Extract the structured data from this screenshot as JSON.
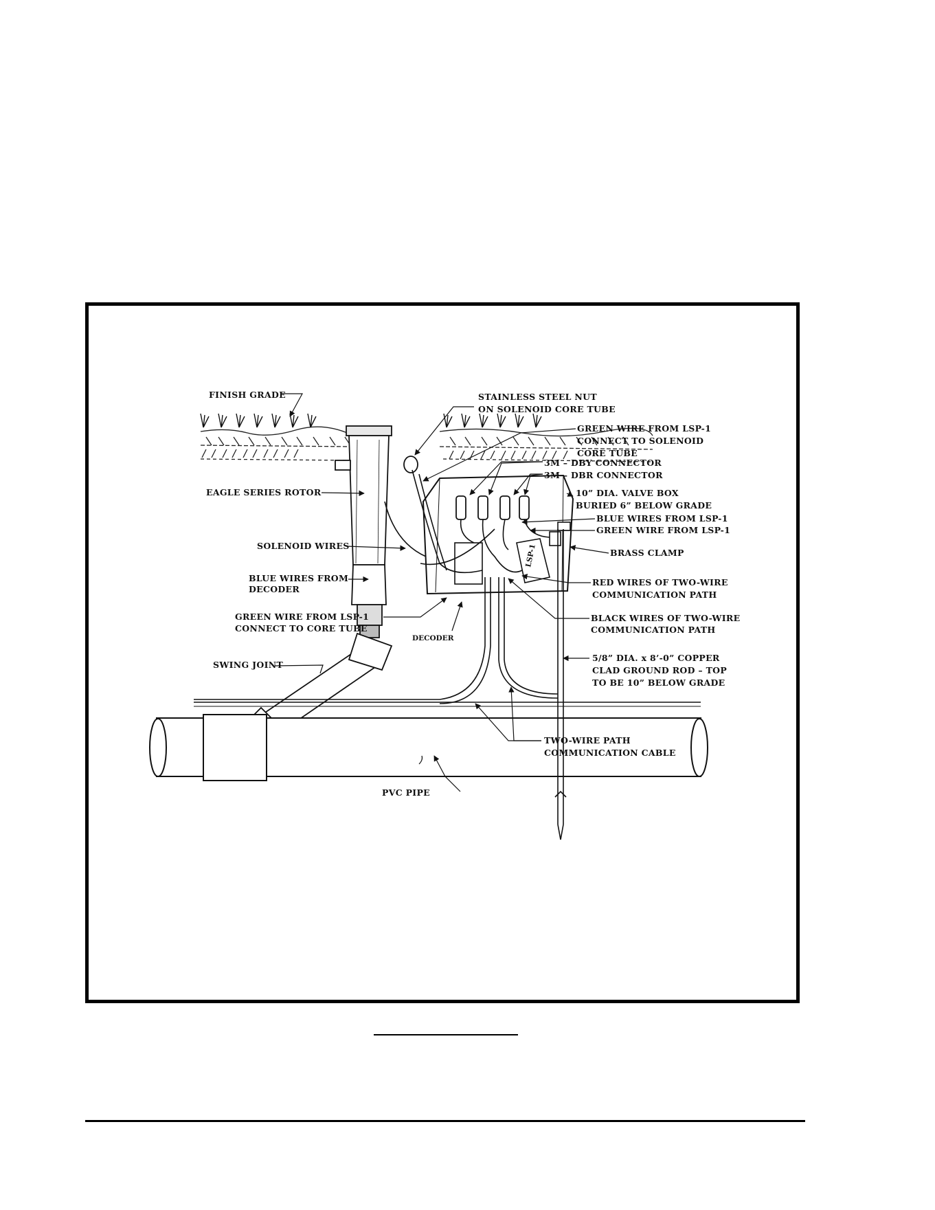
{
  "diagram": {
    "labels": {
      "finish_grade": "FINISH GRADE",
      "stainless_nut_1": "STAINLESS STEEL NUT",
      "stainless_nut_2": "ON SOLENOID CORE TUBE",
      "green_wire_solenoid_1": "GREEN WIRE FROM LSP-1",
      "green_wire_solenoid_2": "CONNECT TO SOLENOID",
      "green_wire_solenoid_3": "CORE TUBE",
      "dby_connector": "3M – DBY CONNECTOR",
      "dbr_connector": "3M – DBR CONNECTOR",
      "eagle_rotor": "EAGLE SERIES ROTOR",
      "valve_box_1": "10” DIA. VALVE BOX",
      "valve_box_2": "BURIED 6” BELOW GRADE",
      "blue_wires_lsp": "BLUE WIRES FROM LSP-1",
      "green_wire_lsp": "GREEN WIRE FROM LSP-1",
      "solenoid_wires": "SOLENOID WIRES",
      "brass_clamp": "BRASS CLAMP",
      "blue_wires_decoder_1": "BLUE WIRES FROM",
      "blue_wires_decoder_2": "DECODER",
      "red_wires_1": "RED WIRES OF TWO-WIRE",
      "red_wires_2": "COMMUNICATION PATH",
      "green_core_1": "GREEN WIRE FROM LSP-1",
      "green_core_2": "CONNECT TO CORE TUBE",
      "black_wires_1": "BLACK WIRES OF TWO-WIRE",
      "black_wires_2": "COMMUNICATION PATH",
      "decoder": "DECODER",
      "lsp_box": "LSP-1",
      "swing_joint": "SWING JOINT",
      "ground_rod_1": "5/8” DIA. x 8’-0” COPPER",
      "ground_rod_2": "CLAD GROUND ROD – TOP",
      "ground_rod_3": "TO BE 10” BELOW GRADE",
      "two_wire_1": "TWO-WIRE PATH",
      "two_wire_2": "COMMUNICATION CABLE",
      "pvc_pipe": "PVC PIPE"
    },
    "colors": {
      "ink": "#111111",
      "paper": "#ffffff"
    }
  }
}
